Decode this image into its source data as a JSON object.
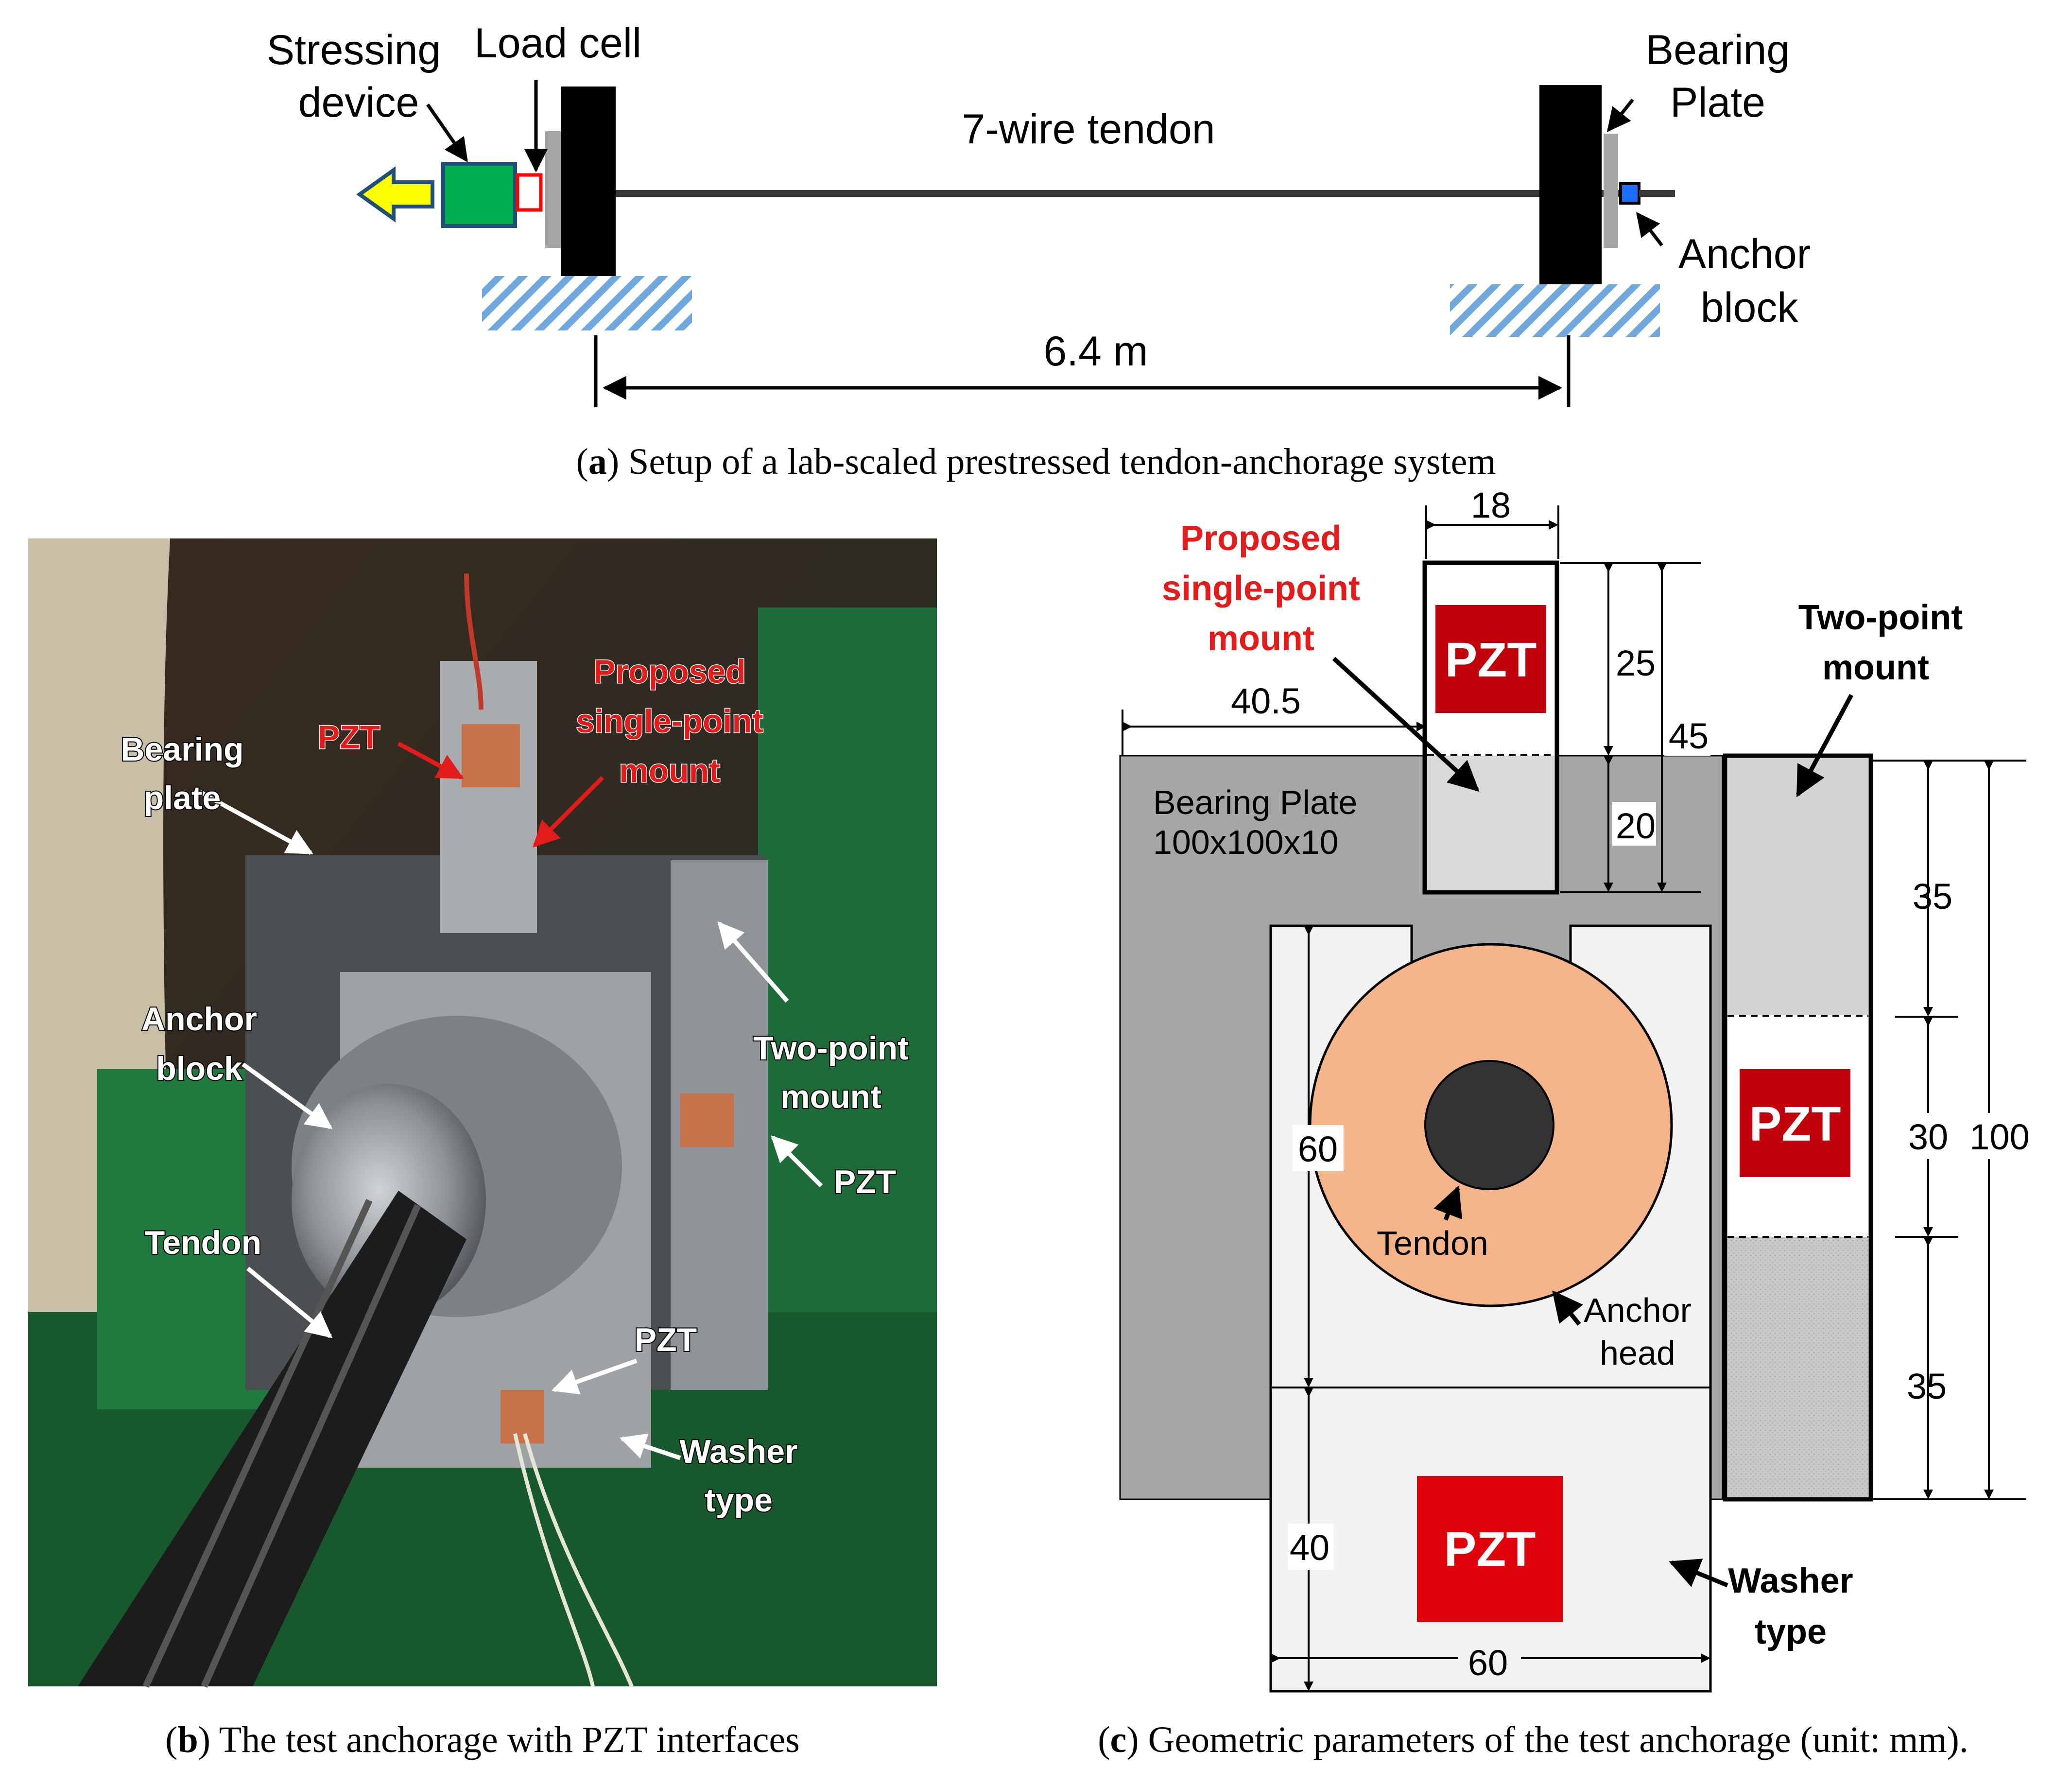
{
  "panel_a": {
    "stressing_device_1": "Stressing",
    "stressing_device_2": "device",
    "load_cell": "Load cell",
    "tendon_label": "7-wire tendon",
    "bearing_plate_1": "Bearing",
    "bearing_plate_2": "Plate",
    "anchor_block_1": "Anchor",
    "anchor_block_2": "block",
    "span": "6.4 m",
    "caption_letter": "a",
    "caption_text": "Setup of a lab-scaled prestressed tendon-anchorage system"
  },
  "panel_b": {
    "bearing_plate_1": "Bearing",
    "bearing_plate_2": "plate",
    "pzt_top": "PZT",
    "proposed_1": "Proposed",
    "proposed_2": "single-point",
    "proposed_3": "mount",
    "anchor_block_1": "Anchor",
    "anchor_block_2": "block",
    "two_point_1": "Two-point",
    "two_point_2": "mount",
    "pzt_right": "PZT",
    "tendon": "Tendon",
    "pzt_bottom": "PZT",
    "washer_1": "Washer",
    "washer_2": "type",
    "caption_letter": "b",
    "caption_text": "The test anchorage with PZT interfaces"
  },
  "panel_c": {
    "proposed_1": "Proposed",
    "proposed_2": "single-point",
    "proposed_3": "mount",
    "two_point_1": "Two-point",
    "two_point_2": "mount",
    "bearing_plate_1": "Bearing Plate",
    "bearing_plate_2": "100x100x10",
    "pzt_single": "PZT",
    "pzt_two": "PZT",
    "pzt_washer": "PZT",
    "tendon": "Tendon",
    "anchor_head_1": "Anchor",
    "anchor_head_2": "head",
    "washer_1": "Washer",
    "washer_2": "type",
    "dim_18": "18",
    "dim_40_5": "40.5",
    "dim_25": "25",
    "dim_20": "20",
    "dim_45": "45",
    "dim_35_top": "35",
    "dim_30": "30",
    "dim_35_bottom": "35",
    "dim_100": "100",
    "dim_60_vert": "60",
    "dim_40_vert": "40",
    "dim_60_horiz": "60",
    "caption_letter": "c",
    "caption_text": "Geometric parameters of the test anchorage (unit: mm).",
    "colors": {
      "label_red": "#e31b1b",
      "pzt_dark_red": "#c0000a",
      "pzt_red": "#e0000a",
      "anchor_head": "#f6b48a",
      "plate_gray": "#a6a6a6"
    }
  }
}
